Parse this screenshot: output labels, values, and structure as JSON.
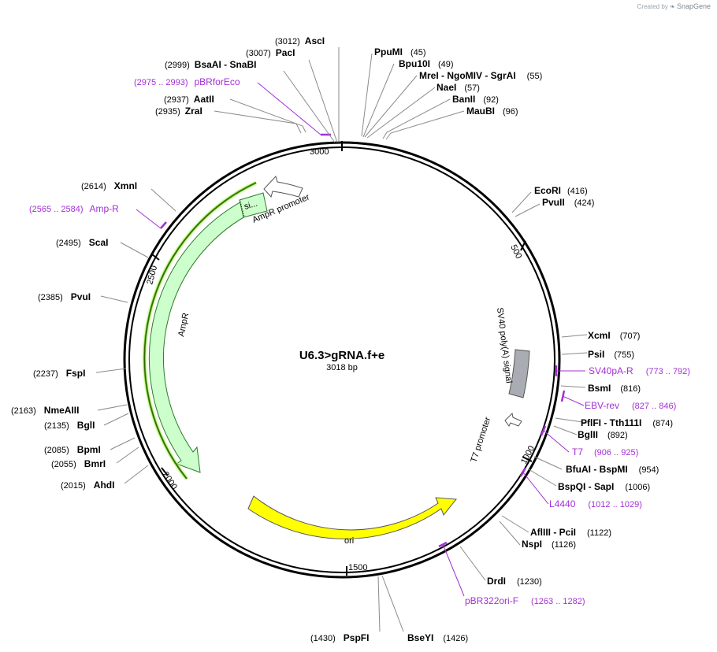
{
  "credit": {
    "prefix": "Created by",
    "brand": "SnapGene"
  },
  "plasmid": {
    "name": "U6.3>gRNA.f+e",
    "length_label": "3018 bp"
  },
  "ticks": [
    "3000",
    "500",
    "1000",
    "1500",
    "2000",
    "2500"
  ],
  "sites": [
    {
      "pos": "(3012)",
      "names": "AscI"
    },
    {
      "pos": "(3007)",
      "names": "PacI"
    },
    {
      "pos": "(2999)",
      "names": "BsaAI  - SnaBI"
    },
    {
      "pos": "(2937)",
      "names": "AatII"
    },
    {
      "pos": "(2935)",
      "names": "ZraI"
    },
    {
      "pos": "(45)",
      "names": "PpuMI"
    },
    {
      "pos": "(49)",
      "names": "Bpu10I"
    },
    {
      "pos": "(55)",
      "names": "MreI  - NgoMIV  - SgrAI"
    },
    {
      "pos": "(57)",
      "names": "NaeI"
    },
    {
      "pos": "(92)",
      "names": "BanII"
    },
    {
      "pos": "(96)",
      "names": "MauBI"
    },
    {
      "pos": "(416)",
      "names": "EcoRI"
    },
    {
      "pos": "(424)",
      "names": "PvuII"
    },
    {
      "pos": "(707)",
      "names": "XcmI"
    },
    {
      "pos": "(755)",
      "names": "PsiI"
    },
    {
      "pos": "(816)",
      "names": "BsmI"
    },
    {
      "pos": "(874)",
      "names": "PflFI  - Tth111I"
    },
    {
      "pos": "(892)",
      "names": "BglII"
    },
    {
      "pos": "(954)",
      "names": "BfuAI  - BspMI"
    },
    {
      "pos": "(1006)",
      "names": "BspQI  - SapI"
    },
    {
      "pos": "(1122)",
      "names": "AflIII  - PciI"
    },
    {
      "pos": "(1126)",
      "names": "NspI"
    },
    {
      "pos": "(1230)",
      "names": "DrdI"
    },
    {
      "pos": "(1430)",
      "names": "PspFI"
    },
    {
      "pos": "(1426)",
      "names": "BseYI"
    },
    {
      "pos": "(2614)",
      "names": "XmnI"
    },
    {
      "pos": "(2495)",
      "names": "ScaI"
    },
    {
      "pos": "(2385)",
      "names": "PvuI"
    },
    {
      "pos": "(2237)",
      "names": "FspI"
    },
    {
      "pos": "(2163)",
      "names": "NmeAIII"
    },
    {
      "pos": "(2135)",
      "names": "BglI"
    },
    {
      "pos": "(2085)",
      "names": "BpmI"
    },
    {
      "pos": "(2055)",
      "names": "BmrI"
    },
    {
      "pos": "(2015)",
      "names": "AhdI"
    }
  ],
  "primers": [
    {
      "range": "(2975 .. 2993)",
      "name": "pBRforEco"
    },
    {
      "range": "(2565 .. 2584)",
      "name": "Amp-R"
    },
    {
      "name": "SV40pA-R",
      "range": "(773 .. 792)"
    },
    {
      "name": "EBV-rev",
      "range": "(827 .. 846)"
    },
    {
      "name": "T7",
      "range": "(906 .. 925)"
    },
    {
      "name": "L4440",
      "range": "(1012 .. 1029)"
    },
    {
      "name": "pBR322ori-F",
      "range": "(1263 .. 1282)"
    }
  ],
  "features": {
    "ampr": "AmpR",
    "ampr_promoter": "AmpR promoter",
    "signal_short": "si...",
    "ori": "ori",
    "sv40": "SV40 poly(A) signal",
    "t7": "T7 promoter"
  },
  "colors": {
    "ampr_fill": "#ccffcc",
    "ampr_highlight": "#2e8b00",
    "ori_fill": "#ffff00",
    "sv40_fill": "#a9adb3",
    "primer": "#a230d6",
    "backbone": "#000000"
  }
}
